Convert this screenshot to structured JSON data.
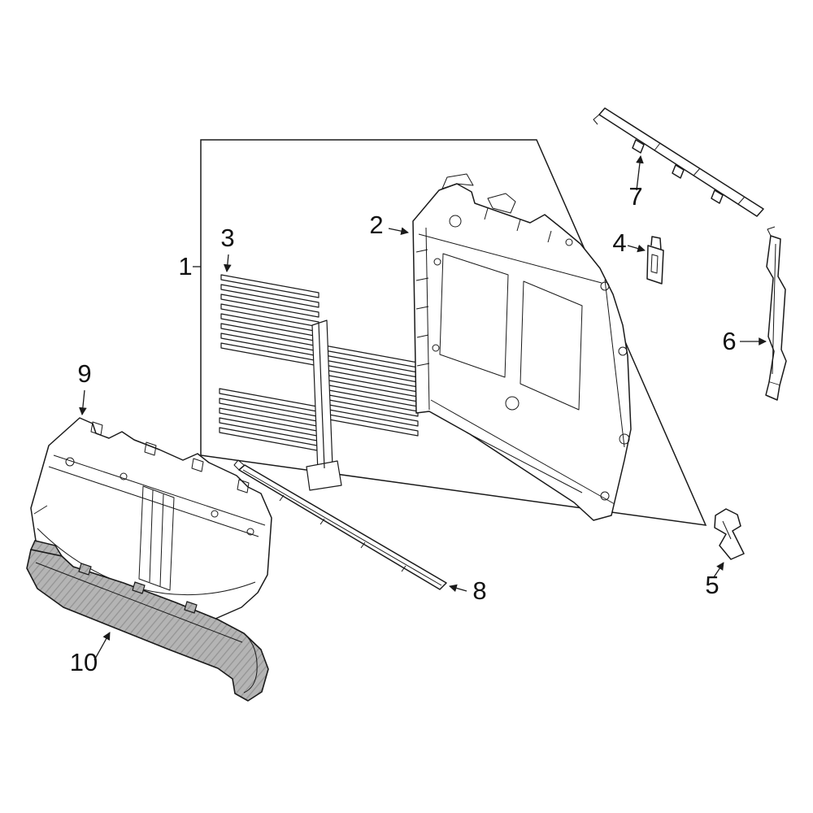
{
  "diagram": {
    "background_color": "#ffffff",
    "line_color": "#1a1a1a",
    "shaded_part_fill": "#b4b4b4",
    "shaded_part_hatch": "#939393"
  },
  "callouts": [
    {
      "text": "1"
    },
    {
      "text": "2"
    },
    {
      "text": "3"
    },
    {
      "text": "4"
    },
    {
      "text": "5"
    },
    {
      "text": "6"
    },
    {
      "text": "7"
    },
    {
      "text": "8"
    },
    {
      "text": "9"
    },
    {
      "text": "10"
    }
  ]
}
